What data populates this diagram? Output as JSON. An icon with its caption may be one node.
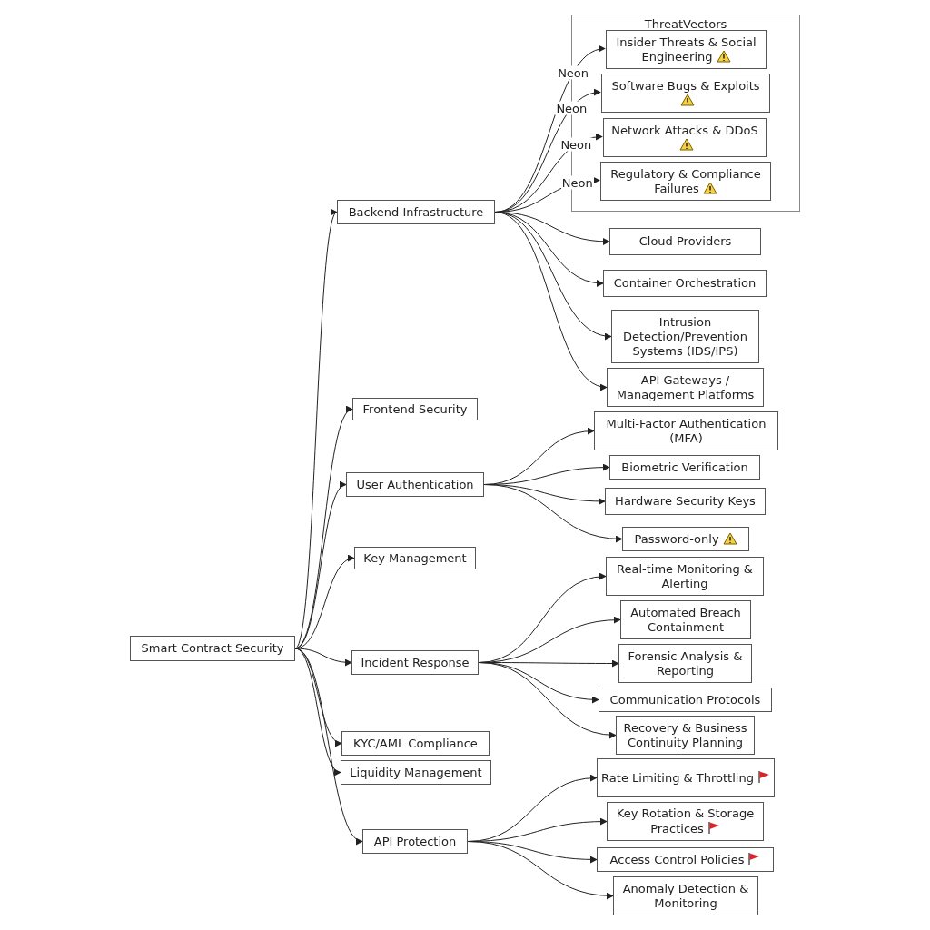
{
  "diagram": {
    "nodes": [
      {
        "text": [
          "Smart Contract Security"
        ]
      },
      {
        "text": [
          "Backend Infrastructure"
        ]
      },
      {
        "text": [
          "ThreatVectors"
        ]
      },
      {
        "text": [
          "Insider Threats & Social Engineering"
        ],
        "in": 2
      },
      {
        "text": [
          "Software Bugs & Exploits"
        ],
        "in": 2
      },
      {
        "text": [
          "Network Attacks & DDoS"
        ],
        "in": 2
      },
      {
        "text": [
          "Regulatory & Compliance Failures"
        ],
        "in": 2
      },
      {
        "text": [
          "Cloud Providers"
        ]
      },
      {
        "text": [
          "Container Orchestration"
        ]
      },
      {
        "text": [
          "Intrusion Detection/Prevention Systems (IDS/IPS)"
        ]
      },
      {
        "text": [
          "API Gateways / Management Platforms"
        ]
      },
      {
        "text": [
          "Frontend Security"
        ]
      },
      {
        "text": [
          "User Authentication"
        ]
      },
      {
        "text": [
          "Multi-Factor Authentication (MFA)"
        ]
      },
      {
        "text": [
          "Biometric Verification"
        ]
      },
      {
        "text": [
          "Hardware Security Keys"
        ]
      },
      {
        "text": [
          "Password-only"
        ]
      },
      {
        "text": [
          "Key Management"
        ]
      },
      {
        "text": [
          "Incident Response"
        ]
      },
      {
        "text": [
          "Real-time Monitoring & Alerting"
        ]
      },
      {
        "text": [
          "Automated Breach Containment"
        ]
      },
      {
        "text": [
          "Forensic Analysis & Reporting"
        ]
      },
      {
        "text": [
          "Communication Protocols"
        ]
      },
      {
        "text": [
          "Recovery & Business Continuity Planning"
        ]
      },
      {
        "text": [
          "KYC/AML Compliance"
        ]
      },
      {
        "text": [
          "Liquidity Management"
        ]
      },
      {
        "text": [
          "API Protection"
        ]
      },
      {
        "text": [
          "Rate Limiting & Throttling"
        ]
      },
      {
        "text": [
          "Key Rotation & Storage Practices"
        ]
      },
      {
        "text": [
          "Access Control Policies"
        ]
      },
      {
        "text": [
          "Anomaly Detection & Monitoring"
        ]
      }
    ],
    "edges": [
      {
        "from": 0,
        "to": 1,
        "arrow": "to"
      },
      {
        "from": 0,
        "to": 11,
        "arrow": "to"
      },
      {
        "from": 0,
        "to": 12,
        "arrow": "to"
      },
      {
        "from": 0,
        "to": 17,
        "arrow": "to"
      },
      {
        "from": 0,
        "to": 18,
        "arrow": "to"
      },
      {
        "from": 0,
        "to": 24,
        "arrow": "to"
      },
      {
        "from": 0,
        "to": 25,
        "arrow": "to"
      },
      {
        "from": 0,
        "to": 26,
        "arrow": "to"
      },
      {
        "from": 1,
        "to": 3,
        "arrow": "to",
        "label": "Neon"
      },
      {
        "from": 1,
        "to": 4,
        "arrow": "to",
        "label": "Neon"
      },
      {
        "from": 1,
        "to": 5,
        "arrow": "to",
        "label": "Neon"
      },
      {
        "from": 1,
        "to": 6,
        "arrow": "to",
        "label": "Neon"
      },
      {
        "from": 1,
        "to": 7,
        "arrow": "to"
      },
      {
        "from": 1,
        "to": 8,
        "arrow": "to"
      },
      {
        "from": 1,
        "to": 9,
        "arrow": "to"
      },
      {
        "from": 1,
        "to": 10,
        "arrow": "to"
      },
      {
        "from": 12,
        "to": 13,
        "arrow": "to"
      },
      {
        "from": 12,
        "to": 14,
        "arrow": "to"
      },
      {
        "from": 12,
        "to": 15,
        "arrow": "to"
      },
      {
        "from": 12,
        "to": 16,
        "arrow": "to"
      },
      {
        "from": 18,
        "to": 19,
        "arrow": "to"
      },
      {
        "from": 18,
        "to": 20,
        "arrow": "to"
      },
      {
        "from": 18,
        "to": 21,
        "arrow": "to"
      },
      {
        "from": 18,
        "to": 22,
        "arrow": "to"
      },
      {
        "from": 18,
        "to": 23,
        "arrow": "to"
      },
      {
        "from": 26,
        "to": 27,
        "arrow": "to"
      },
      {
        "from": 26,
        "to": 28,
        "arrow": "to"
      },
      {
        "from": 26,
        "to": 29,
        "arrow": "to"
      },
      {
        "from": 26,
        "to": 30,
        "arrow": "to"
      }
    ]
  }
}
